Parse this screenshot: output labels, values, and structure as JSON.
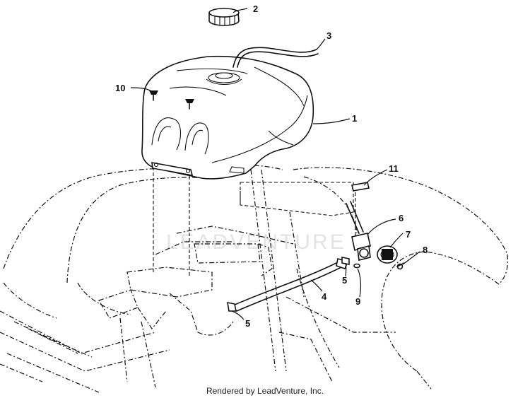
{
  "watermark": "LEADVENTURE",
  "footer": "Rendered by LeadVenture, Inc.",
  "callouts": {
    "c1": "1",
    "c2": "2",
    "c3": "3",
    "c4": "4",
    "c5a": "5",
    "c5b": "5",
    "c6": "6",
    "c7": "7",
    "c8": "8",
    "c9": "9",
    "c10": "10",
    "c11": "11"
  }
}
